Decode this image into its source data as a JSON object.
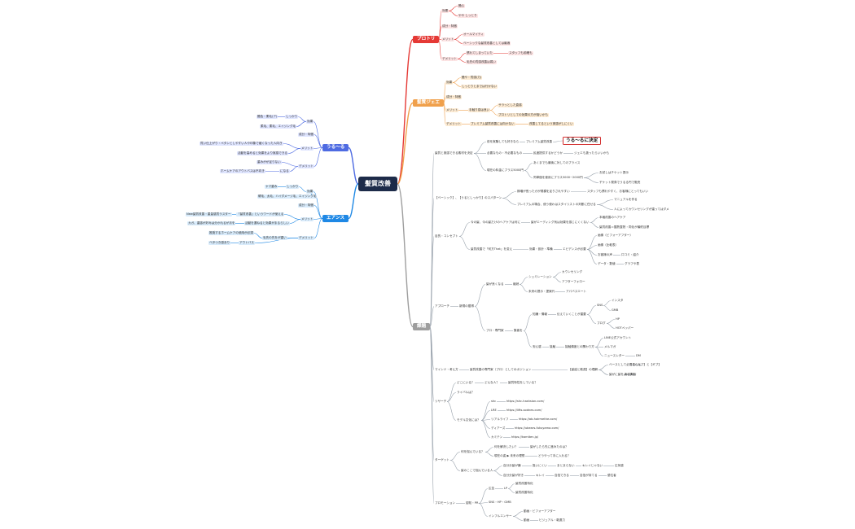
{
  "center": "髪質改善",
  "colors": {
    "protori": "#e53935",
    "gel": "#f0a04b",
    "rurururu": "#4e6be2",
    "essence": "#1e88e5",
    "kadai": "#9e9e9e",
    "line_default": "#9aa3ad"
  },
  "protori": {
    "label": "プロトリ",
    "effect": "効果",
    "effect_1": "艶心",
    "effect_2": "やや しっとり",
    "ingredient": "成分・特徴",
    "merit": "メリット",
    "merit_1": "オールマイティ",
    "merit_2": "ベーシックな髪質改善としては最適",
    "demerit": "デメリット",
    "demerit_1": "慣れてしまっていた",
    "demerit_1b": "スタッフも前確も",
    "demerit_2": "毛先の質感改善は弱い"
  },
  "gel": {
    "label": "髪質ジェエ",
    "effect": "効果",
    "effect_1": "艶や・質感(力)",
    "effect_2": "しっとりとまでは行かない",
    "ingredient": "成分・特徴",
    "merit": "メリット",
    "merit_1": "手触り感は良い",
    "merit_1a": "サラっとした直感",
    "merit_1b": "プロトリとしての効果の方が強いかも",
    "demerit": "デメリット",
    "demerit_1": "プレミアム髪質改善には向かない",
    "demerit_1b": "改善してるという実感がしにくい"
  },
  "rurururu": {
    "label": "うる～る",
    "effect": "効果",
    "effect_1": "艶色・柔毛(ア)",
    "effect_1b": "しっかり",
    "effect_2": "柔毛、柔毛、エイジング毛",
    "ingredient": "成分・特徴",
    "merit": "メリット",
    "merit_1": "質い仕上がり・ペタンとしやすい人や印象で緩くなった人向き",
    "merit_2": "活動を高めると効果をより実感できる",
    "demerit": "デメリット",
    "demerit_1": "重みがが足りない",
    "demerit_2": "ホームケアのアウトバスは不向き",
    "demerit_2b": "になる"
  },
  "essence": {
    "label": "エアンス",
    "effect": "効果",
    "effect_1": "ヤマ重み",
    "effect_1b": "しっかり",
    "effect_2": "硬毛、太毛、ハイダメージ毛、エイジング毛",
    "ingredient": "成分・特徴",
    "merit": "メリット",
    "merit_1": "New髪質改善・重量感質ラスター",
    "merit_1b": "「髪質改善」というワードが使える",
    "merit_2": "カガ、重感が好みは分かれるが月を",
    "merit_2b": "活動を選ねると効果がまるらしい",
    "demerit": "デメリット",
    "demerit_1": "推奨するホームケアの使用が必須",
    "demerit_1b": "毛先の先をが重い",
    "demerit_2": "ベタつき感あり",
    "demerit_2b": "アウトバス"
  },
  "kadai": {
    "label": "課題",
    "need": {
      "label": "髪質と実感できる素材を決定",
      "a": "前を実験しても好きなら",
      "a1": "プレミアム髪質改善",
      "a_hl": "うる～るに決定",
      "b": "必要なもの・不必要なもの",
      "b1": "民度提供するかどうか",
      "b1b": "ジェエも扱ったらいいかも",
      "c": "現在の料金にプラス5000円",
      "c1": "あくまでも最後に対してのプライス",
      "c2": "同単価を使用にプラス5000~2000円",
      "c2a": "お試しはチケット提示",
      "c2b": "チケット発券でうるる円で販売"
    },
    "pattern": {
      "label": "【ベーシック】、【うるとしっかり】のスパターン",
      "a": "期増が長ったガが規模を足りされやすい",
      "a1": "スタッフも慣れやすく、お客様にとってもいい",
      "b": "プレミアムの場合、使う使わはスタイリストの判断に任せる",
      "b1": "マニュアルを作る",
      "b2": "人によってカウンセリングが違ってはダメ"
    },
    "concept": {
      "label": "目的・コンセプト",
      "a": "今の髪、今の髪だけのヘアケアは何に",
      "a1": "髪がエーディング気は効果を感じにくくない",
      "a1x": "本格改善のヘアケア",
      "a1y": "髪質改善＝酸熱整熱・同化が最終目標",
      "b": "髪質改善で「何方That」を変え",
      "b1": "効果・設計・準備",
      "b2": "エビデンスが必要",
      "b2a": "画像（ビフォーアフター）",
      "b2b": "画像（比較表）",
      "b2c": "お客様の声",
      "b2d": "データ・数値",
      "b2c1": "口コミ・紹介",
      "b2d1": "グラフや表"
    },
    "approach": {
      "label": "アプローチ",
      "root": "新規の獲得",
      "a": "髪が良くなる",
      "a1": "継続",
      "a1a": "シュミレーション",
      "a1a1": "カウンセリング",
      "a1a2": "アフターフォロー",
      "a1b": "未来の提示・提案代",
      "a1b1": "アパバスエート",
      "b": "プロ・専門家",
      "b1": "集客を",
      "b1a": "知識・情報",
      "b1a1": "伝えていくことが重要",
      "b1a1a": "SNS",
      "b1a1a1": "インスタ",
      "b1a1a2": "GMB",
      "b1a1b": "ブログ",
      "b1a1b1": "HP",
      "b1a1b2": "HOTペッパー",
      "b1b": "安心感",
      "b1b1": "接触",
      "b1b2": "接触頻度との関わり方",
      "b1b2a": "LINE公式アカウント",
      "b1b2b": "メルマガ",
      "b1b2c": "ニュースレター",
      "b1b2c1": "DM"
    },
    "mind": {
      "label": "マインド・考え方",
      "a": "髪質改善の専門家（プロ）としてのポジション",
      "a1": "【髪遺と敢遠】の理解",
      "a1a": "ベースとして必要なこと",
      "a1a1": "【ヘルプ】と【ギブ】",
      "a1b": "髪がに髪をよくする",
      "a1b1": "有言実行"
    },
    "research": {
      "label": "リサーチ",
      "a": "どこにいる？",
      "a1": "どんな人？",
      "a2": "髪質特性をしている？",
      "b": "ライバルは？",
      "c": "モデル文化には？",
      "c1": "shc",
      "c1u": "https://shc-hashsion.com/",
      "c2": "LRE",
      "c2u": "https://lifts-sodnes.com/",
      "c3": "リアルライフ",
      "c3u": "https://ab-hairmethe.com/",
      "c4": "ディアーズ",
      "c4u": "https://ubears-fukuyama.com/",
      "c5": "カミテン",
      "c5u": "https://kamiten.jp/"
    },
    "target": {
      "label": "ターゲット",
      "a": "何を悩んでいる？",
      "a1": "何を解決したい？",
      "a1a": "髪がしたら先に進みたのは？",
      "a2": "現在の姿 ▶ 未来の理想",
      "a2a": "どうやって手に入れる？",
      "b": "髪のここで悩んでいる人",
      "b1": "自分分髪が嫌",
      "b1a": "扱いにくい",
      "b1b": "まとまらない",
      "b1c": "キレイじゃない",
      "b1d": "広気感",
      "b2": "自分分髪が好き",
      "b2a": "キレイ",
      "b2b": "自信できる",
      "b2c": "自信が持てる",
      "b2d": "優位者"
    },
    "promo": {
      "label": "プロモーション",
      "a": "認知・PR",
      "b": "広告",
      "b1": "LP",
      "b1a": "髪質改善特化",
      "b1b": "髪質改善特化",
      "c": "SNS・HP・GMB",
      "d": "インフルエンサー",
      "d1": "動画・ビフォーアフター",
      "d2": "動画",
      "d2a": "ビジュアル・敢遠力"
    }
  }
}
